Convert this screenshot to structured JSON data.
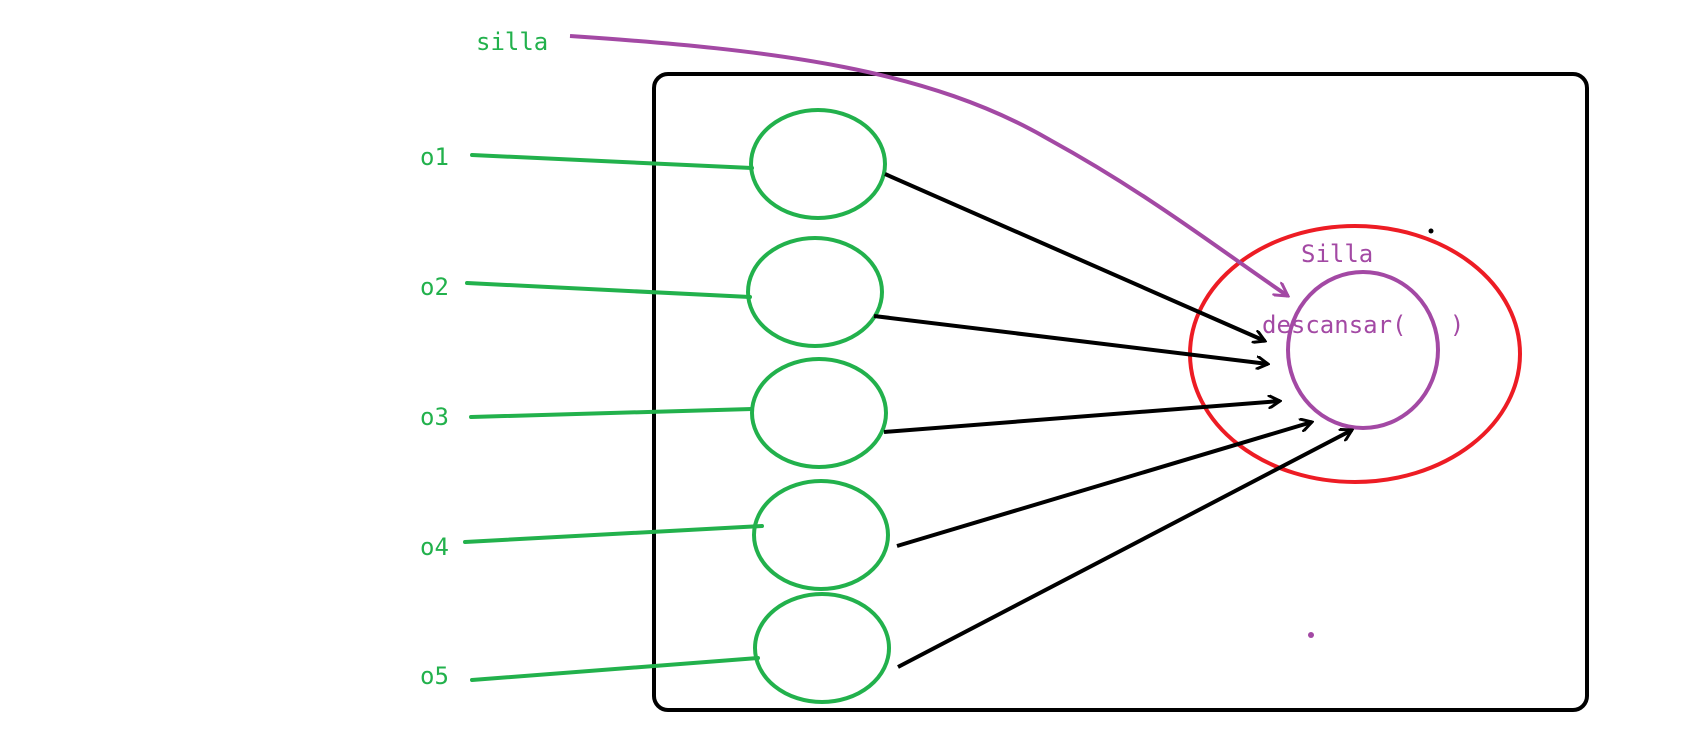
{
  "labels": {
    "pointer_name": "silla",
    "refs": [
      "o1",
      "o2",
      "o3",
      "o4",
      "o5"
    ],
    "class_name": "Silla",
    "method": "descansar(   )"
  },
  "colors": {
    "green": "#22b14c",
    "purple": "#a349a4",
    "red": "#ed1c24",
    "black": "#000000"
  }
}
